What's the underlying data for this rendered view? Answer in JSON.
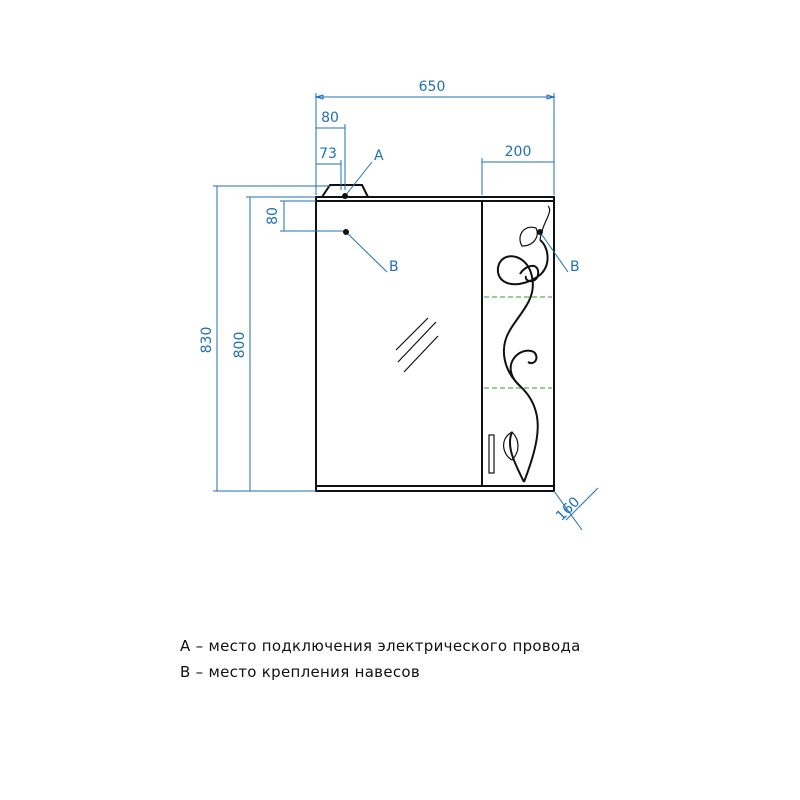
{
  "dimensions": {
    "total_width": "650",
    "offset_80": "80",
    "offset_73": "73",
    "door_width": "200",
    "height_830": "830",
    "height_800": "800",
    "offset_vertical_80": "80",
    "depth_160": "160"
  },
  "markers": {
    "a": "A",
    "b_left": "B",
    "b_right": "B"
  },
  "legend": {
    "line_a": "А – место подключения электрического провода",
    "line_b": "В – место крепления навесов"
  },
  "colors": {
    "dimension": "#1f6fb5",
    "outline": "#111111",
    "shelf": "#6fbf6f"
  }
}
